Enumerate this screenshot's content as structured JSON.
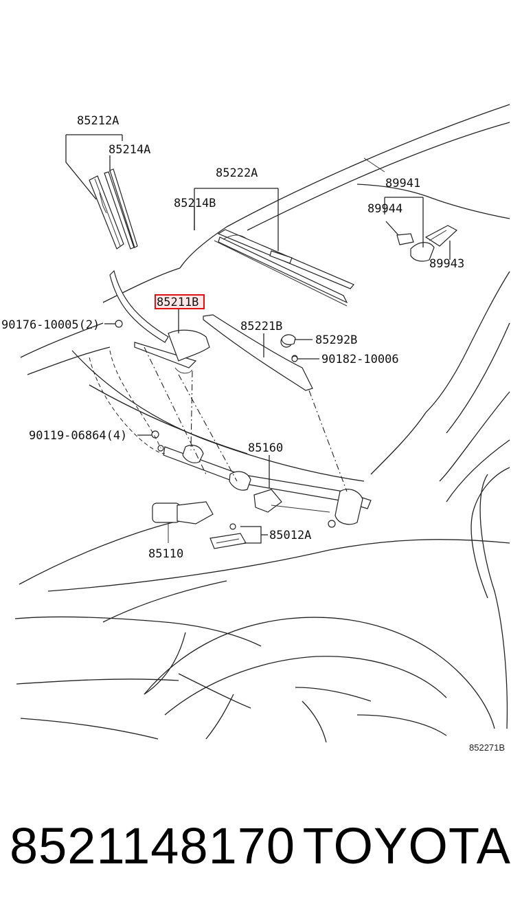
{
  "diagram": {
    "labels": {
      "p85212A": "85212A",
      "p85214A": "85214A",
      "p85222A": "85222A",
      "p85214B": "85214B",
      "p89941": "89941",
      "p89944": "89944",
      "p89943": "89943",
      "p85211B": "85211B",
      "p90176": "90176-10005(2)",
      "p85221B": "85221B",
      "p85292B": "85292B",
      "p90182": "90182-10006",
      "p90119": "90119-06864(4)",
      "p85160": "85160",
      "p85012A": "85012A",
      "p85110": "85110",
      "ref": "852271B"
    },
    "highlighted_part": "85211B"
  },
  "footer": {
    "part_number": "8521148170",
    "brand": "TOYOTA"
  },
  "colors": {
    "highlight_stroke": "#dd1111",
    "highlight_fill": "#ffe6e6",
    "line": "#222222"
  }
}
